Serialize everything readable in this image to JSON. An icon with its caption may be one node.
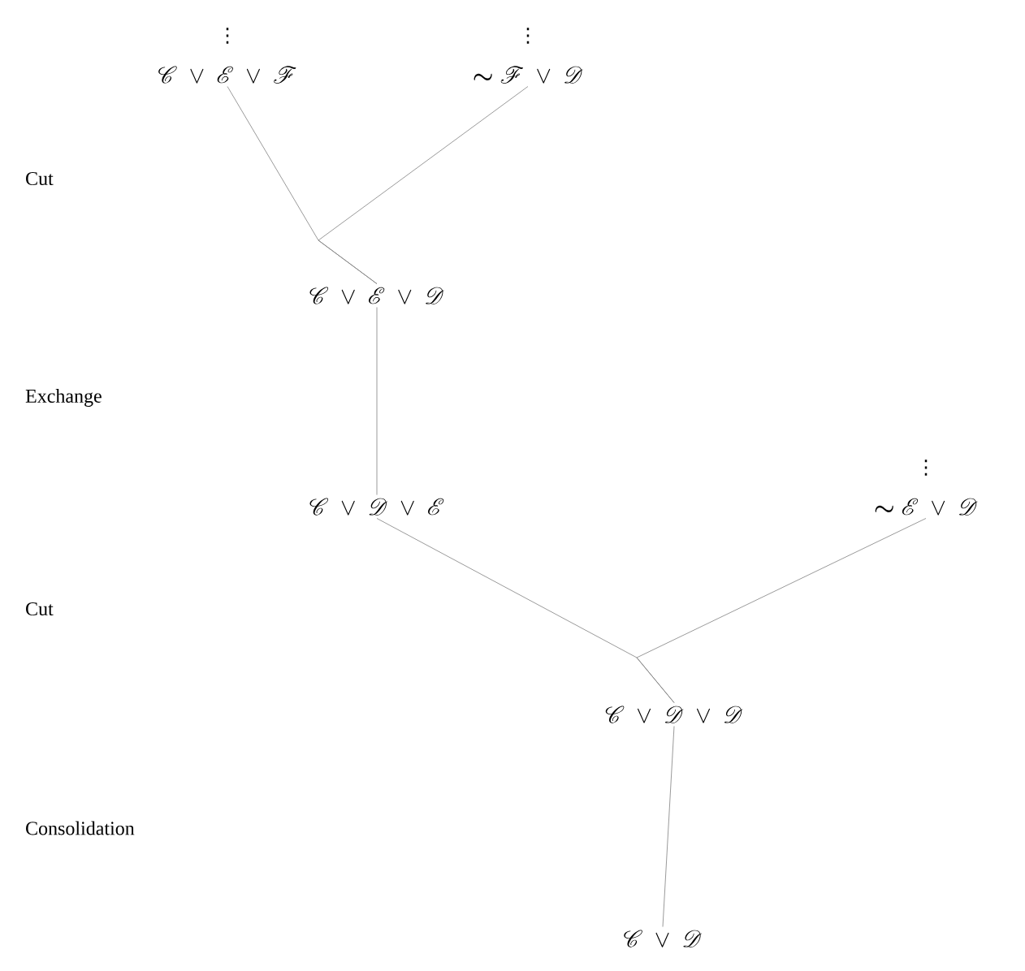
{
  "diagram": {
    "nodes": [
      {
        "text": [
          "\\mathscr{C} \\;\\vee\\; \\mathscr{E} \\;\\vee\\; \\mathscr{F}"
        ]
      },
      {
        "text": [
          "\\boldsymbol{\\sim}\\mathscr{F} \\;\\vee\\; \\mathscr{D}"
        ]
      },
      {
        "text": [
          "\\mathscr{C} \\;\\vee\\; \\mathscr{E} \\;\\vee\\; \\mathscr{D}"
        ]
      },
      {
        "text": [
          "\\mathscr{C} \\;\\vee\\; \\mathscr{D} \\;\\vee\\; \\mathscr{E}"
        ]
      },
      {
        "text": [
          "\\boldsymbol{\\sim}\\mathscr{E} \\;\\vee\\; \\mathscr{D}"
        ]
      },
      {
        "text": [
          "\\mathscr{C} \\;\\vee\\; \\mathscr{D} \\;\\vee\\; \\mathscr{D}"
        ]
      },
      {
        "text": [
          "\\mathscr{C} \\;\\vee\\; \\mathscr{D}"
        ]
      }
    ],
    "edges": [
      {
        "from": 0,
        "to": 2,
        "arrow": "none"
      },
      {
        "from": 1,
        "to": 2,
        "arrow": "none"
      },
      {
        "from": 2,
        "to": 3,
        "arrow": "none"
      },
      {
        "from": 3,
        "to": 5,
        "arrow": "none"
      },
      {
        "from": 4,
        "to": 5,
        "arrow": "none"
      },
      {
        "from": 5,
        "to": 6,
        "arrow": "none"
      }
    ],
    "labels": [
      "⋮",
      "⋮",
      "Cut",
      "Exchange",
      "⋮",
      "Cut",
      "Consolidation"
    ]
  }
}
